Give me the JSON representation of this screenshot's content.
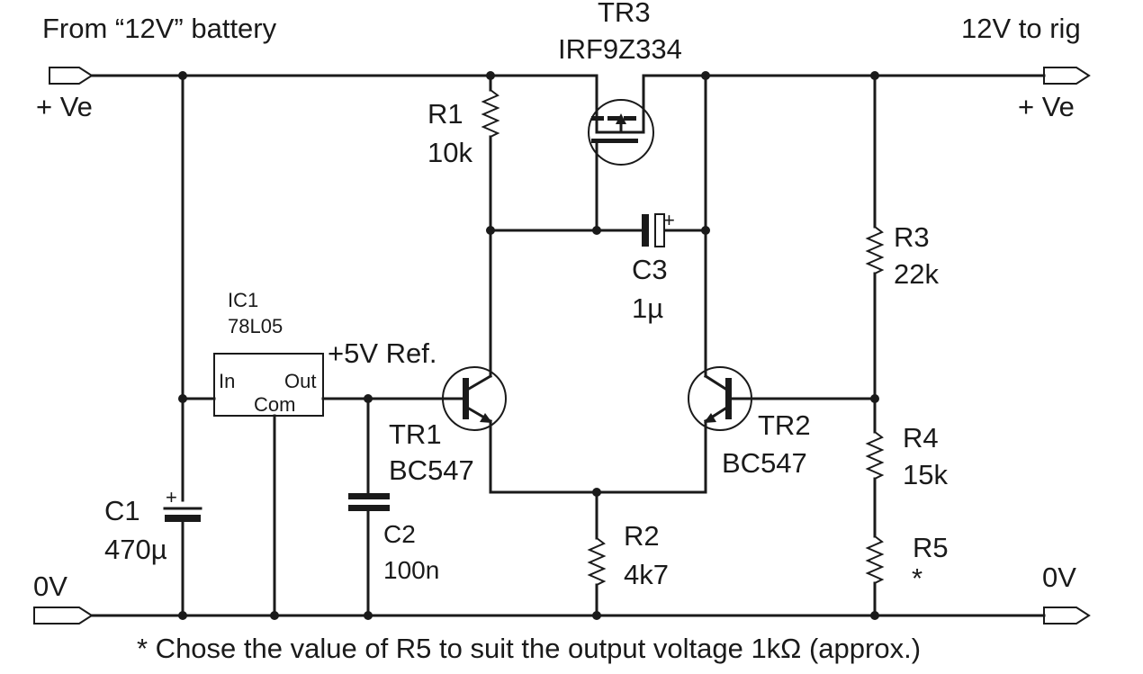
{
  "labels": {
    "input_title": "From “12V” battery",
    "output_title": "12V to rig",
    "input_pos": "+ Ve",
    "output_pos": "+ Ve",
    "input_gnd": "0V",
    "output_gnd": "0V",
    "ref": "+5V Ref.",
    "footnote": "* Chose the value of R5 to suit the output voltage 1kΩ (approx.)"
  },
  "components": {
    "tr3": {
      "name": "TR3",
      "part": "IRF9Z334"
    },
    "r1": {
      "name": "R1",
      "value": "10k"
    },
    "r2": {
      "name": "R2",
      "value": "4k7"
    },
    "r3": {
      "name": "R3",
      "value": "22k"
    },
    "r4": {
      "name": "R4",
      "value": "15k"
    },
    "r5": {
      "name": "R5",
      "value": "*"
    },
    "c1": {
      "name": "C1",
      "value": "470µ",
      "polarity": "+"
    },
    "c2": {
      "name": "C2",
      "value": "100n"
    },
    "c3": {
      "name": "C3",
      "value": "1µ",
      "polarity": "+"
    },
    "tr1": {
      "name": "TR1",
      "part": "BC547"
    },
    "tr2": {
      "name": "TR2",
      "part": "BC547"
    },
    "ic1": {
      "name": "IC1",
      "part": "78L05",
      "pin_in": "In",
      "pin_out": "Out",
      "pin_com": "Com"
    }
  }
}
